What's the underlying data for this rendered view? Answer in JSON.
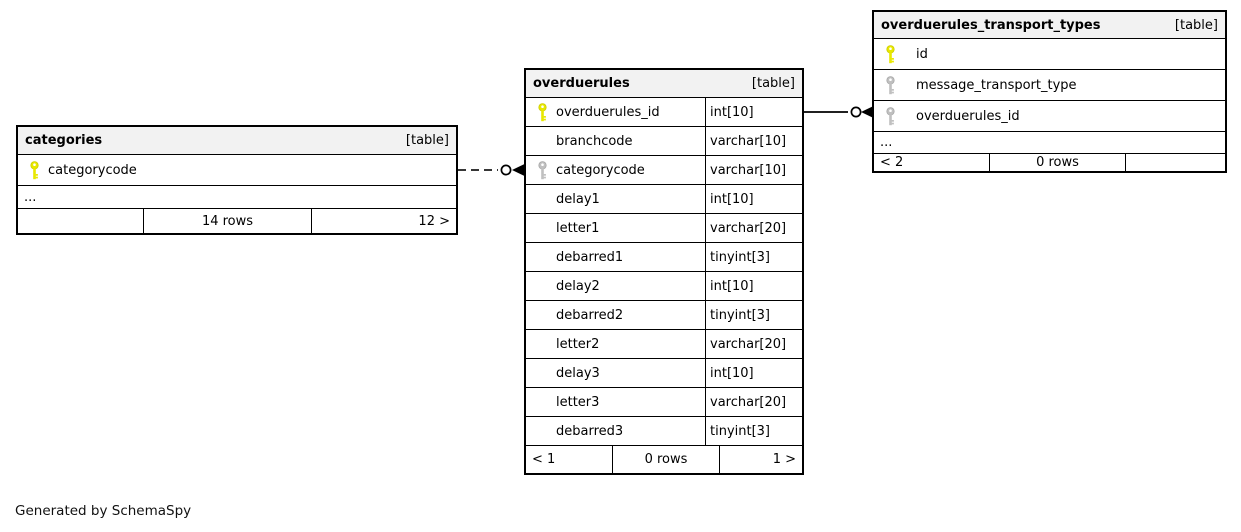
{
  "footer_note": "Generated by SchemaSpy",
  "colors": {
    "background": "#ffffff",
    "table_border": "#000000",
    "header_bg": "#f2f2f2",
    "primary_key": "#e8e800",
    "foreign_key": "#c0c0c0"
  },
  "icons": {
    "primary_key": "key-icon-yellow",
    "foreign_key": "key-icon-gray"
  },
  "tables": [
    {
      "name": "categories",
      "type_label": "[table]",
      "columns": [
        {
          "name": "categorycode",
          "type": "",
          "key": "primary"
        }
      ],
      "ellipsis": "...",
      "footer": {
        "left": "",
        "center": "14 rows",
        "right": "12 >"
      }
    },
    {
      "name": "overduerules",
      "type_label": "[table]",
      "columns": [
        {
          "name": "overduerules_id",
          "type": "int[10]",
          "key": "primary"
        },
        {
          "name": "branchcode",
          "type": "varchar[10]",
          "key": ""
        },
        {
          "name": "categorycode",
          "type": "varchar[10]",
          "key": "foreign"
        },
        {
          "name": "delay1",
          "type": "int[10]",
          "key": ""
        },
        {
          "name": "letter1",
          "type": "varchar[20]",
          "key": ""
        },
        {
          "name": "debarred1",
          "type": "tinyint[3]",
          "key": ""
        },
        {
          "name": "delay2",
          "type": "int[10]",
          "key": ""
        },
        {
          "name": "debarred2",
          "type": "tinyint[3]",
          "key": ""
        },
        {
          "name": "letter2",
          "type": "varchar[20]",
          "key": ""
        },
        {
          "name": "delay3",
          "type": "int[10]",
          "key": ""
        },
        {
          "name": "letter3",
          "type": "varchar[20]",
          "key": ""
        },
        {
          "name": "debarred3",
          "type": "tinyint[3]",
          "key": ""
        }
      ],
      "footer": {
        "left": "< 1",
        "center": "0 rows",
        "right": "1 >"
      }
    },
    {
      "name": "overduerules_transport_types",
      "type_label": "[table]",
      "columns": [
        {
          "name": "id",
          "key": "primary"
        },
        {
          "name": "message_transport_type",
          "key": "foreign"
        },
        {
          "name": "overduerules_id",
          "key": "foreign"
        }
      ],
      "ellipsis": "...",
      "footer": {
        "left": "< 2",
        "center": "0 rows",
        "right": ""
      }
    }
  ],
  "relationships": [
    {
      "parent": "categories.categorycode",
      "child": "overduerules.categorycode",
      "line_style": "dashed",
      "arrow_at": "child"
    },
    {
      "parent": "overduerules.overduerules_id",
      "child": "overduerules_transport_types.overduerules_id",
      "line_style": "solid",
      "arrow_at": "child"
    }
  ]
}
